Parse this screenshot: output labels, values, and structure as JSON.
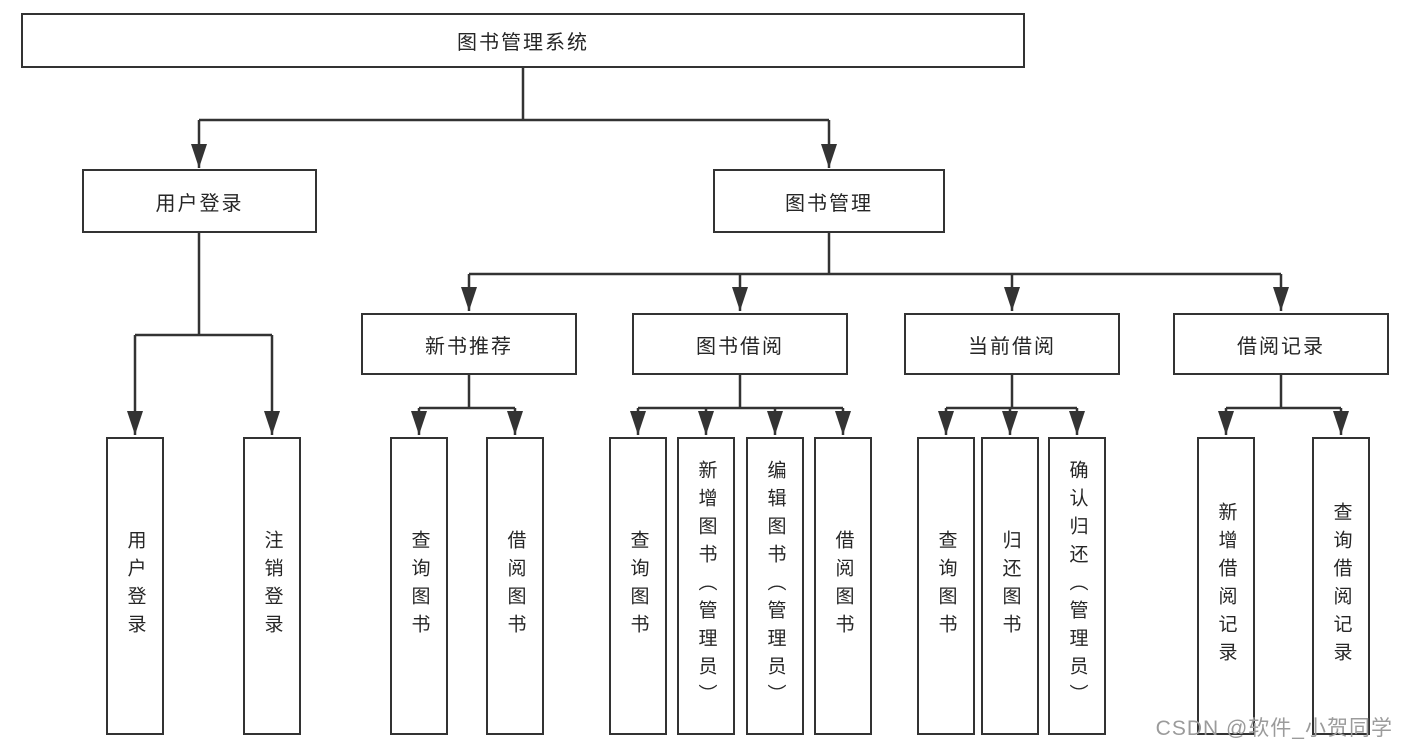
{
  "tree": {
    "root": {
      "label": "图书管理系统"
    },
    "branches": [
      {
        "label": "用户登录",
        "children": [
          {
            "label": "用户登录"
          },
          {
            "label": "注销登录"
          }
        ]
      },
      {
        "label": "图书管理",
        "children": [
          {
            "label": "新书推荐",
            "children": [
              {
                "label": "查询图书"
              },
              {
                "label": "借阅图书"
              }
            ]
          },
          {
            "label": "图书借阅",
            "children": [
              {
                "label": "查询图书"
              },
              {
                "label": "新增图书（管理员）"
              },
              {
                "label": "编辑图书（管理员）"
              },
              {
                "label": "借阅图书"
              }
            ]
          },
          {
            "label": "当前借阅",
            "children": [
              {
                "label": "查询图书"
              },
              {
                "label": "归还图书"
              },
              {
                "label": "确认归还（管理员）"
              }
            ]
          },
          {
            "label": "借阅记录",
            "children": [
              {
                "label": "新增借阅记录"
              },
              {
                "label": "查询借阅记录"
              }
            ]
          }
        ]
      }
    ]
  },
  "watermark": {
    "text": "CSDN @软件_小贺同学"
  },
  "colors": {
    "line": "#333333",
    "box_border": "#333333",
    "box_background": "#ffffff",
    "text": "#262626",
    "watermark": "#9b9b9b"
  }
}
